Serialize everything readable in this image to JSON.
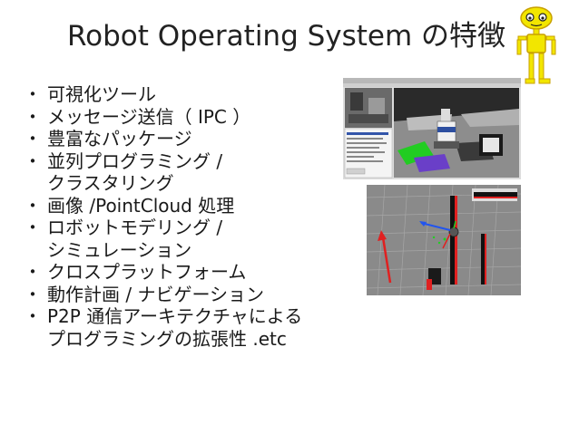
{
  "slide": {
    "title": "Robot Operating System の特徴",
    "bullet_marker": "・",
    "bullets": [
      {
        "lines": [
          "可視化ツール"
        ]
      },
      {
        "lines": [
          "メッセージ送信（ IPC ）"
        ]
      },
      {
        "lines": [
          "豊富なパッケージ"
        ]
      },
      {
        "lines": [
          "並列プログラミング /",
          "クラスタリング"
        ]
      },
      {
        "lines": [
          "画像 /PointCloud 処理"
        ]
      },
      {
        "lines": [
          "ロボットモデリング /",
          "シミュレーション"
        ]
      },
      {
        "lines": [
          "クロスプラットフォーム"
        ]
      },
      {
        "lines": [
          "動作計画 / ナビゲーション"
        ]
      },
      {
        "lines": [
          " P2P 通信アーキテクチャによる",
          "プログラミングの拡張性 .etc"
        ]
      }
    ]
  },
  "colors": {
    "mascot_yellow": "#f2e600",
    "mascot_outline": "#c8a000",
    "rviz_grid": "#9a9a9a",
    "laser_red": "#e02020",
    "obstacle_black": "#111111",
    "costmap_green": "#22cc22",
    "costmap_purple": "#6a3fc8"
  },
  "icons": [
    "mascot-icon"
  ]
}
